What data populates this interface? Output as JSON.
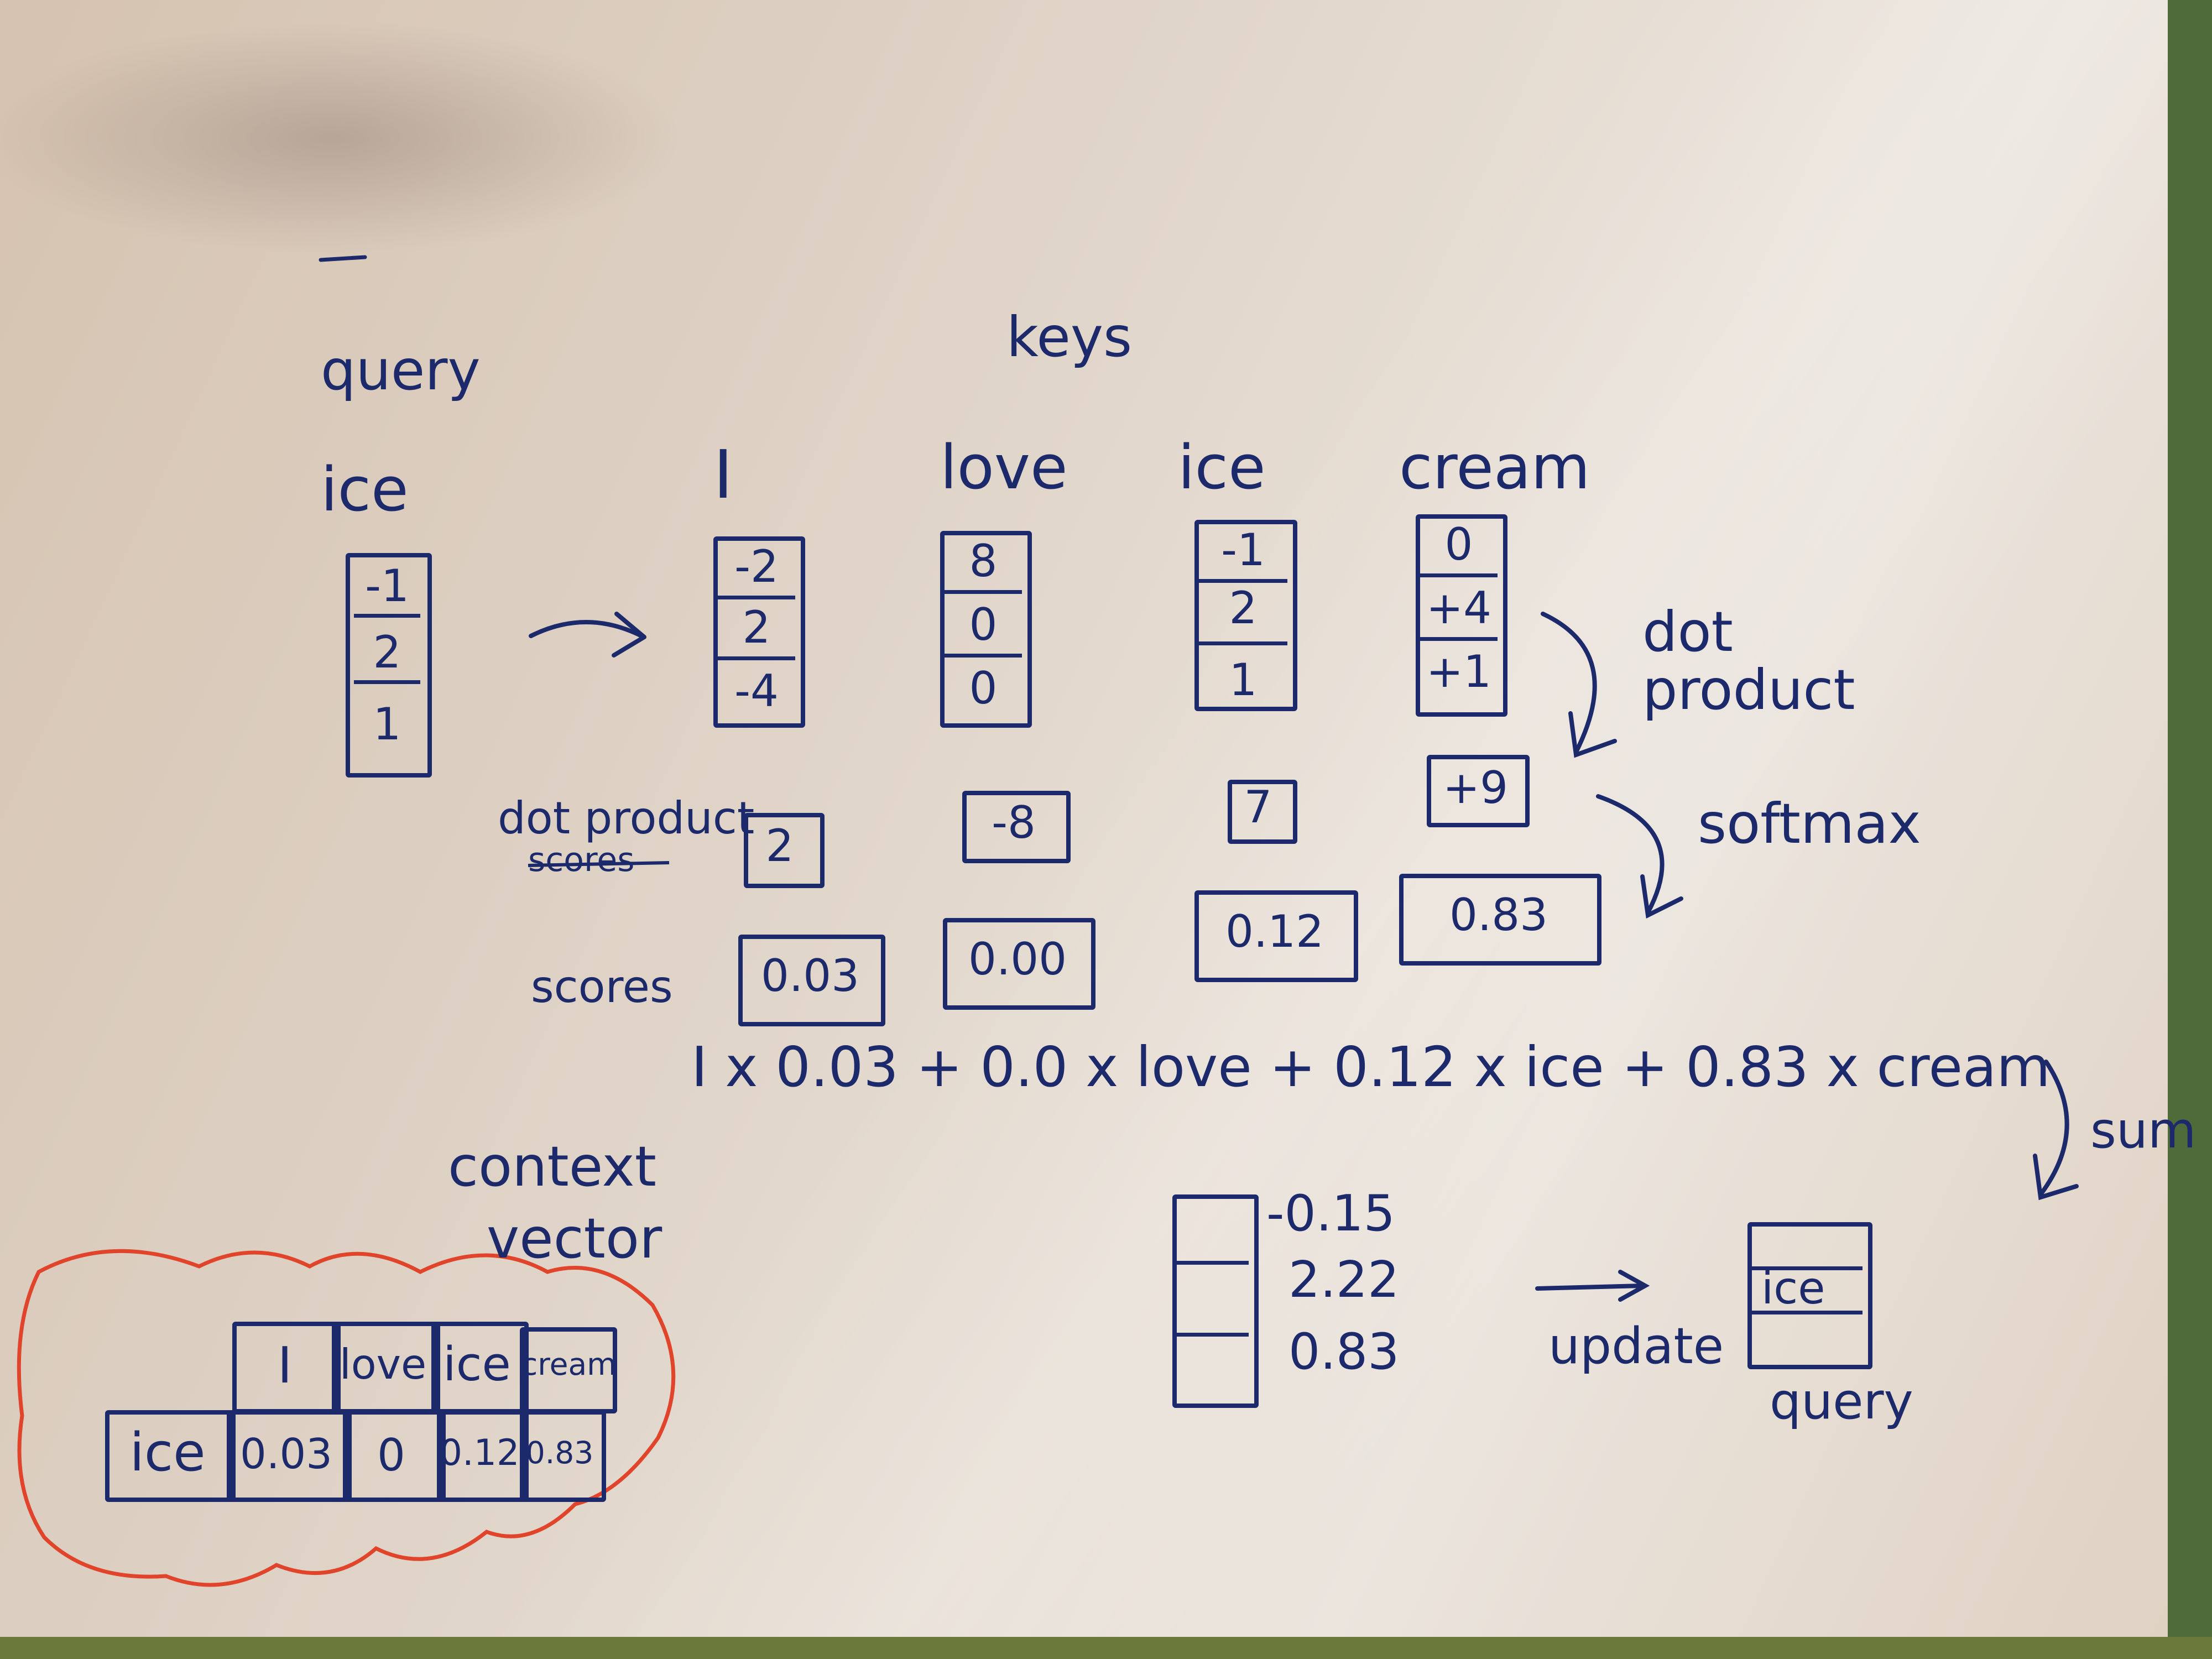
{
  "labels": {
    "query": "query",
    "keys": "keys",
    "dot_product": "dot product",
    "dot_product_scores": "dot product",
    "scores_struck": "scores",
    "softmax": "softmax",
    "scores": "scores",
    "context": "context",
    "vector": "vector",
    "sum": "sum",
    "update": "update",
    "query_bottom": "query"
  },
  "query_word": "ice",
  "query_vector": [
    "-1",
    "2",
    "1"
  ],
  "keys": [
    {
      "word": "I",
      "vector": [
        "-2",
        "2",
        "-4"
      ],
      "dot": "2",
      "score": "0.03"
    },
    {
      "word": "love",
      "vector": [
        "8",
        "0",
        "0"
      ],
      "dot": "-8",
      "score": "0.00"
    },
    {
      "word": "ice",
      "vector": [
        "-1",
        "2",
        "1"
      ],
      "dot": "7",
      "score": "0.12"
    },
    {
      "word": "cream",
      "vector": [
        "0",
        "+4",
        "+1"
      ],
      "dot": "+9",
      "score": "0.83"
    }
  ],
  "context_formula": "I x 0.03 + 0.0 x love + 0.12 x ice + 0.83 x cream",
  "context_vector": [
    "-0.15",
    "2.22",
    "0.83"
  ],
  "updated_query_word": "ice",
  "table": {
    "headers": [
      "I",
      "love",
      "ice",
      "cream"
    ],
    "row_label": "ice",
    "values": [
      "0.03",
      "0",
      "0.12",
      "0.83"
    ]
  },
  "colors": {
    "ink": "#1c2a6b",
    "highlight": "#e0442a"
  }
}
